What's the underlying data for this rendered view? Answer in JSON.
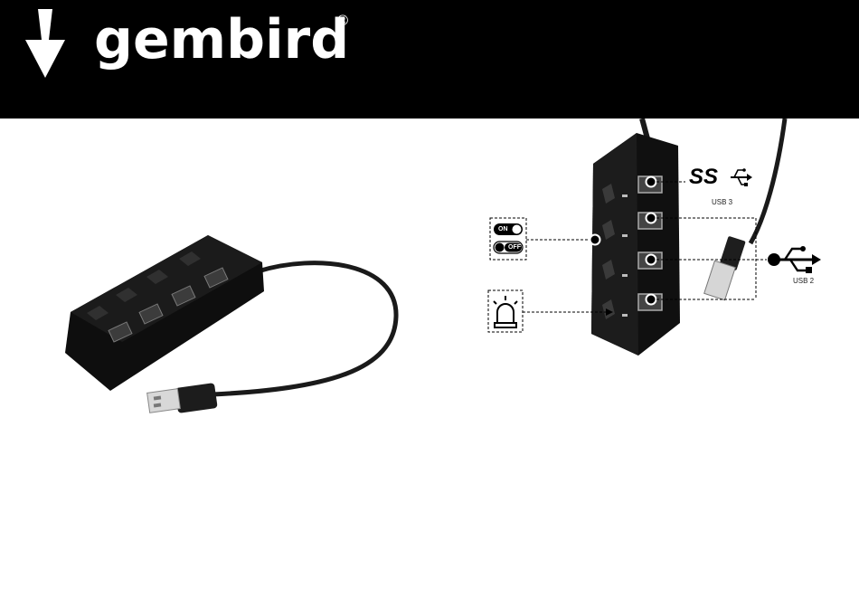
{
  "header": {
    "brand": "gembird",
    "registered_mark": "®",
    "logo_icon": "down-arrow-logo-icon",
    "background": "#000000",
    "text_color": "#ffffff"
  },
  "diagram": {
    "usb3_symbol_text": "SS",
    "usb3_label": "USB 3",
    "usb2_label": "USB 2",
    "switch_on_label": "ON",
    "switch_off_label": "OFF",
    "icons": {
      "usb3": "usb-superspeed-icon",
      "usb2": "usb-icon",
      "switch": "toggle-switch-icon",
      "led": "led-indicator-icon"
    }
  }
}
